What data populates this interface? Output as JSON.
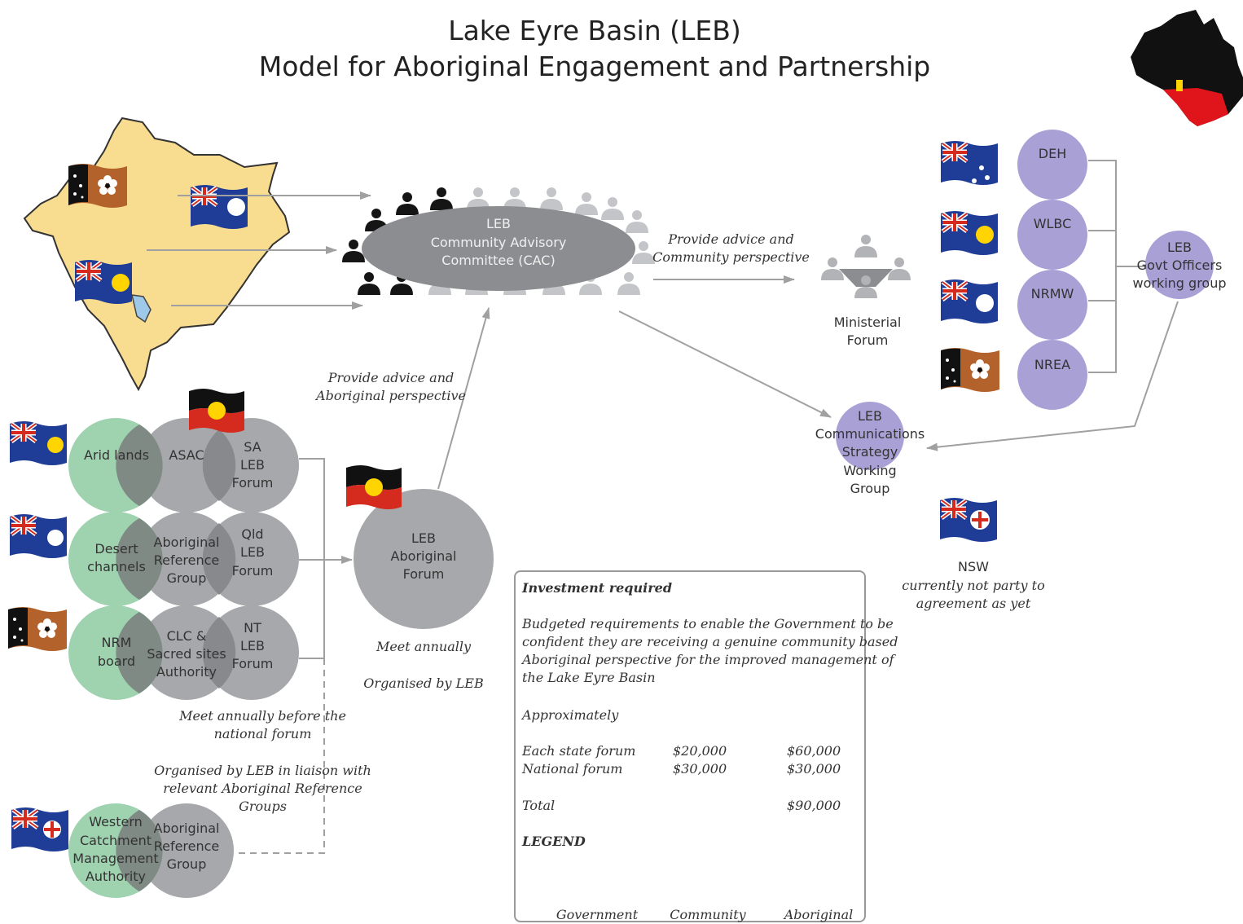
{
  "title": {
    "line1": "Lake Eyre Basin (LEB)",
    "line2": "Model for Aboriginal Engagement and Partnership"
  },
  "colors": {
    "government": "#a9a1d6",
    "community": "#9fd3b0",
    "aboriginal": "#a7a8ab",
    "map_fill": "#f8dc8f",
    "aboriginal_flag_red": "#d42b1e",
    "aboriginal_flag_yellow": "#ffd400"
  },
  "cac": {
    "line1": "LEB",
    "line2": "Community Advisory",
    "line3": "Committee (CAC)"
  },
  "advice_community": {
    "line1": "Provide advice and",
    "line2": "Community perspective"
  },
  "advice_aboriginal": {
    "line1": "Provide advice and",
    "line2": "Aboriginal perspective"
  },
  "ministerial": {
    "line1": "Ministerial",
    "line2": "Forum"
  },
  "gov_agencies": [
    "DEH",
    "WLBC",
    "NRMW",
    "NREA"
  ],
  "govt_officers": {
    "line1": "LEB",
    "line2": "Govt Officers",
    "line3": "working group"
  },
  "comms": {
    "line1": "LEB",
    "line2": "Communications",
    "line3": "Strategy",
    "line4": "Working",
    "line5": "Group"
  },
  "nsw_note": {
    "line1": "NSW",
    "line2": "currently not party to",
    "line3": "agreement as yet"
  },
  "state_rows": [
    {
      "community": [
        "Arid lands"
      ],
      "aboriginal": [
        "ASAC"
      ],
      "forum": [
        "SA",
        "LEB",
        "Forum"
      ]
    },
    {
      "community": [
        "Desert",
        "channels"
      ],
      "aboriginal": [
        "Aboriginal",
        "Reference",
        "Group"
      ],
      "forum": [
        "Qld",
        "LEB",
        "Forum"
      ]
    },
    {
      "community": [
        "NRM",
        "board"
      ],
      "aboriginal": [
        "CLC &",
        "Sacred sites",
        "Authority"
      ],
      "forum": [
        "NT",
        "LEB",
        "Forum"
      ]
    }
  ],
  "nsw_row": {
    "community": [
      "Western",
      "Catchment",
      "Management",
      "Authority"
    ],
    "aboriginal": [
      "Aboriginal",
      "Reference",
      "Group"
    ]
  },
  "aboriginal_forum": {
    "line1": "LEB",
    "line2": "Aboriginal",
    "line3": "Forum"
  },
  "meet_annually": "Meet annually",
  "organised_by_leb": "Organised by LEB",
  "meet_before": {
    "line1": "Meet annually before the",
    "line2": "national forum"
  },
  "organised_liaison": {
    "line1": "Organised by LEB in liaison with",
    "line2": "relevant Aboriginal Reference Groups"
  },
  "investment": {
    "heading": "Investment required",
    "text": [
      "Budgeted requirements to enable the Government  to be",
      "confident they are receiving a genuine community based",
      "Aboriginal perspective for the improved management of",
      "the Lake Eyre Basin"
    ],
    "approx": "Approximately",
    "rows": [
      {
        "label": "Each state forum",
        "a": "$20,000",
        "b": "$60,000"
      },
      {
        "label": "National forum",
        "a": "$30,000",
        "b": "$30,000"
      }
    ],
    "total_label": "Total",
    "total_value": "$90,000",
    "legend_heading": "LEGEND",
    "legend": [
      "Government",
      "Community",
      "Aboriginal"
    ]
  }
}
